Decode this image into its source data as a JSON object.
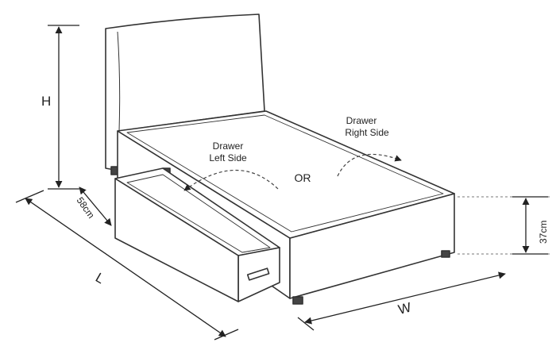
{
  "dimensions": {
    "height_label": "H",
    "drawer_depth_label": "58cm",
    "length_label": "L",
    "width_label": "W",
    "base_height_label": "37cm"
  },
  "annotations": {
    "drawer_left_line1": "Drawer",
    "drawer_left_line2": "Left Side",
    "drawer_right_line1": "Drawer",
    "drawer_right_line2": "Right Side",
    "or_label": "OR"
  },
  "colors": {
    "line": "#333333",
    "fill": "#ffffff",
    "dashed": "#555555"
  }
}
